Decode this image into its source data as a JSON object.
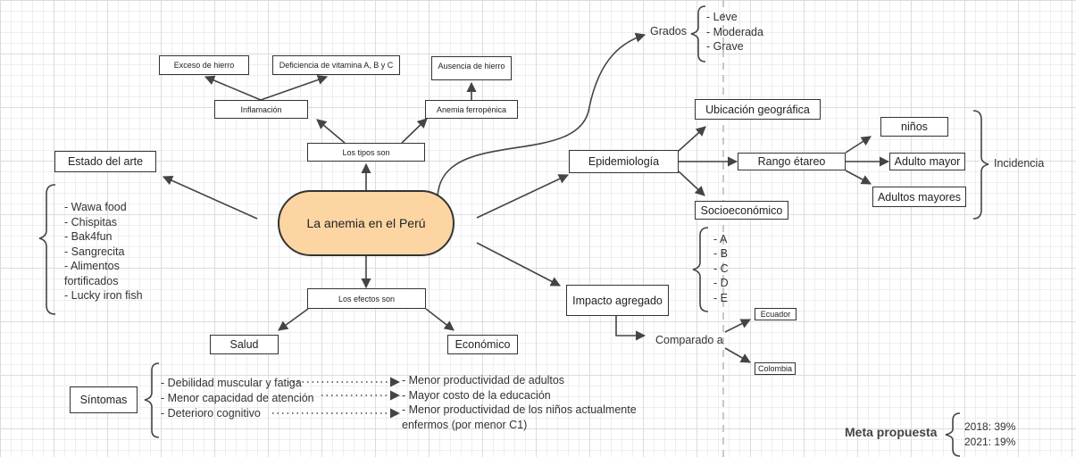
{
  "center": "La anemia en el Perú",
  "tipos": {
    "label": "Los tipos son",
    "inflamacion": "Inflamación",
    "exceso_hierro": "Exceso de hierro",
    "deficiencia_vitamina": "Deficiencia de vitamina A, B y C",
    "anemia_ferropenica": "Anemia ferropénica",
    "ausencia_hierro": "Ausencia de hierro"
  },
  "estado_arte": {
    "label": "Estado del arte",
    "items": [
      "- Wawa food",
      "- Chispitas",
      "- Bak4fun",
      "- Sangrecita",
      "- Alimentos",
      "fortificados",
      "- Lucky iron fish"
    ]
  },
  "efectos": {
    "label": "Los efectos son",
    "salud": "Salud",
    "economico": "Económico"
  },
  "sintomas": {
    "label": "Síntomas",
    "items": [
      "- Debilidad muscular y fatiga",
      "- Menor capacidad de atención",
      "- Deterioro cognitivo"
    ],
    "consecuencias": [
      "- Menor productividad de adultos",
      "- Mayor costo de la educación",
      "- Menor productividad de los niños actualmente",
      "enfermos (por menor C1)"
    ]
  },
  "grados": {
    "label": "Grados",
    "items": [
      "- Leve",
      "- Moderada",
      "- Grave"
    ]
  },
  "epidemiologia": {
    "label": "Epidemiología",
    "ubicacion": "Ubicación geográfica",
    "rango": "Rango étareo",
    "socioeconomico": "Socioeconómico",
    "ninos": "niños",
    "adulto_mayor": "Adulto mayor",
    "adultos_mayores": "Adultos mayores",
    "incidencia": "Incidencia",
    "niveles": [
      "- A",
      "- B",
      "- C",
      "- D",
      "- E"
    ]
  },
  "impacto": {
    "label": "Impacto agregado",
    "comparado": "Comparado a",
    "ecuador": "Ecuador",
    "colombia": "Colombia"
  },
  "meta": {
    "label": "Meta propuesta",
    "items": [
      "2018: 39%",
      "2021: 19%"
    ]
  },
  "colors": {
    "center_fill": "#fcd5a3",
    "line": "#444444"
  }
}
